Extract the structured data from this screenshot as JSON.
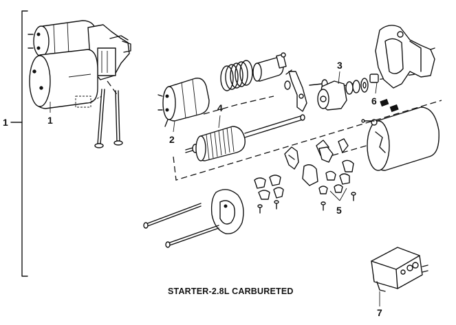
{
  "caption": "STARTER-2.8L CARBURETED",
  "callouts": {
    "c1_outer": "1",
    "c1": "1",
    "c2": "2",
    "c3": "3",
    "c4": "4",
    "c5": "5",
    "c6": "6",
    "c7": "7"
  }
}
